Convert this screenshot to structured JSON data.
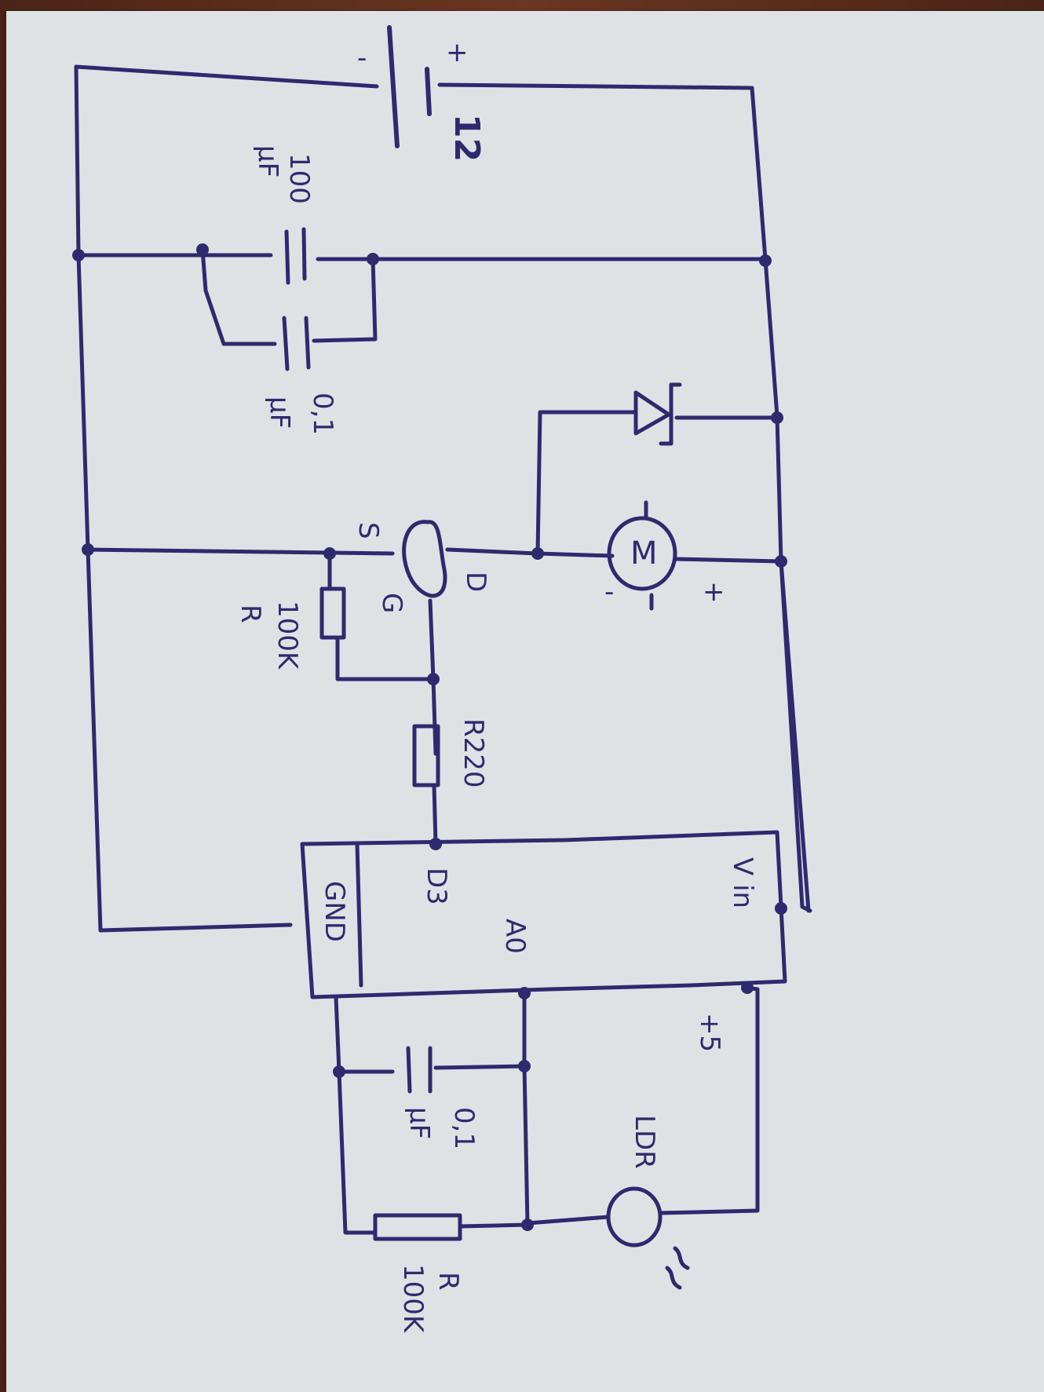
{
  "title": "Hand-drawn LDR-controlled motor circuit schematic",
  "orientation": "rotated 90 degrees clockwise",
  "colors": {
    "ink": "#2f2a6e",
    "paper": "#dfe2e4",
    "desk": "#5a2e1c"
  },
  "components": {
    "battery": {
      "label": "12",
      "plus": "+",
      "minus": "-"
    },
    "cap_bulk": {
      "value": "100",
      "unit": "µF"
    },
    "cap_bypass": {
      "value": "0,1",
      "unit": "µF"
    },
    "diode": {
      "label": ""
    },
    "motor": {
      "label": "M",
      "plus": "+",
      "minus": "-"
    },
    "mosfet": {
      "source": "S",
      "gate": "G",
      "drain": "D"
    },
    "gate_pulldown": {
      "label": "R",
      "value": "100K"
    },
    "gate_resistor": {
      "label": "R220"
    },
    "mcu": {
      "vin": "V in",
      "d3": "D3",
      "a0": "A0",
      "gnd": "GND",
      "plus5": "+5"
    },
    "cap_adc": {
      "value": "0,1",
      "unit": "µF"
    },
    "ldr_pulldown": {
      "label": "R",
      "value": "100K"
    },
    "ldr": {
      "label": "LDR"
    }
  }
}
